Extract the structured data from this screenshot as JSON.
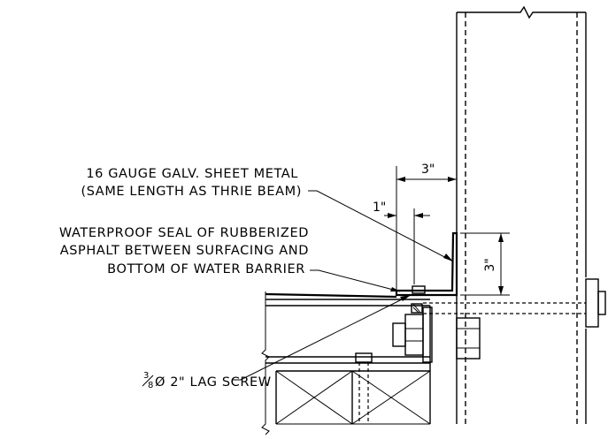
{
  "labels": {
    "sheet_metal_line1": "16 GAUGE GALV. SHEET METAL",
    "sheet_metal_line2": "(SAME LENGTH AS THRIE BEAM)",
    "seal_line1": "WATERPROOF SEAL OF RUBBERIZED",
    "seal_line2": "ASPHALT BETWEEN SURFACING AND",
    "seal_line3": "BOTTOM OF WATER BARRIER",
    "lag_screw_rest": "Ø  2\" LAG SCREW",
    "lag_screw_frac_num": "3",
    "lag_screw_frac_den": "8"
  },
  "dimensions": {
    "horizontal_3": "3\"",
    "horizontal_1": "1\"",
    "vertical_3": "3\""
  }
}
